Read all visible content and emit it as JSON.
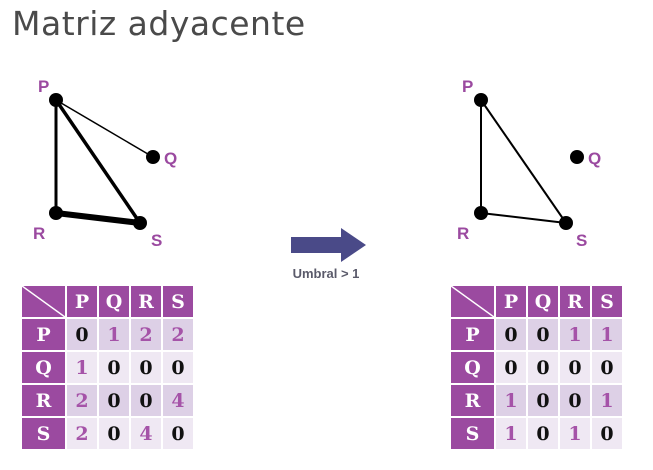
{
  "title": "Matriz adyacente",
  "arrow_label": "Umbral > 1",
  "colors": {
    "accent": "#9b4aa0",
    "row_odd": "#ddd0e6",
    "row_even": "#efe8f3",
    "arrow": "#4a4a88"
  },
  "graph_left": {
    "nodes": [
      "P",
      "Q",
      "R",
      "S"
    ],
    "edges": [
      {
        "from": "P",
        "to": "Q",
        "weight": 1
      },
      {
        "from": "P",
        "to": "R",
        "weight": 2
      },
      {
        "from": "P",
        "to": "S",
        "weight": 2
      },
      {
        "from": "R",
        "to": "S",
        "weight": 4
      }
    ]
  },
  "graph_right": {
    "nodes": [
      "P",
      "Q",
      "R",
      "S"
    ],
    "edges": [
      {
        "from": "P",
        "to": "R",
        "weight": 1
      },
      {
        "from": "P",
        "to": "S",
        "weight": 1
      },
      {
        "from": "R",
        "to": "S",
        "weight": 1
      }
    ]
  },
  "matrix_left": {
    "headers": [
      "P",
      "Q",
      "R",
      "S"
    ],
    "rows": [
      {
        "label": "P",
        "cells": [
          "0",
          "1",
          "2",
          "2"
        ]
      },
      {
        "label": "Q",
        "cells": [
          "1",
          "0",
          "0",
          "0"
        ]
      },
      {
        "label": "R",
        "cells": [
          "2",
          "0",
          "0",
          "4"
        ]
      },
      {
        "label": "S",
        "cells": [
          "2",
          "0",
          "4",
          "0"
        ]
      }
    ]
  },
  "matrix_right": {
    "headers": [
      "P",
      "Q",
      "R",
      "S"
    ],
    "rows": [
      {
        "label": "P",
        "cells": [
          "0",
          "0",
          "1",
          "1"
        ]
      },
      {
        "label": "Q",
        "cells": [
          "0",
          "0",
          "0",
          "0"
        ]
      },
      {
        "label": "R",
        "cells": [
          "1",
          "0",
          "0",
          "1"
        ]
      },
      {
        "label": "S",
        "cells": [
          "1",
          "0",
          "1",
          "0"
        ]
      }
    ]
  }
}
